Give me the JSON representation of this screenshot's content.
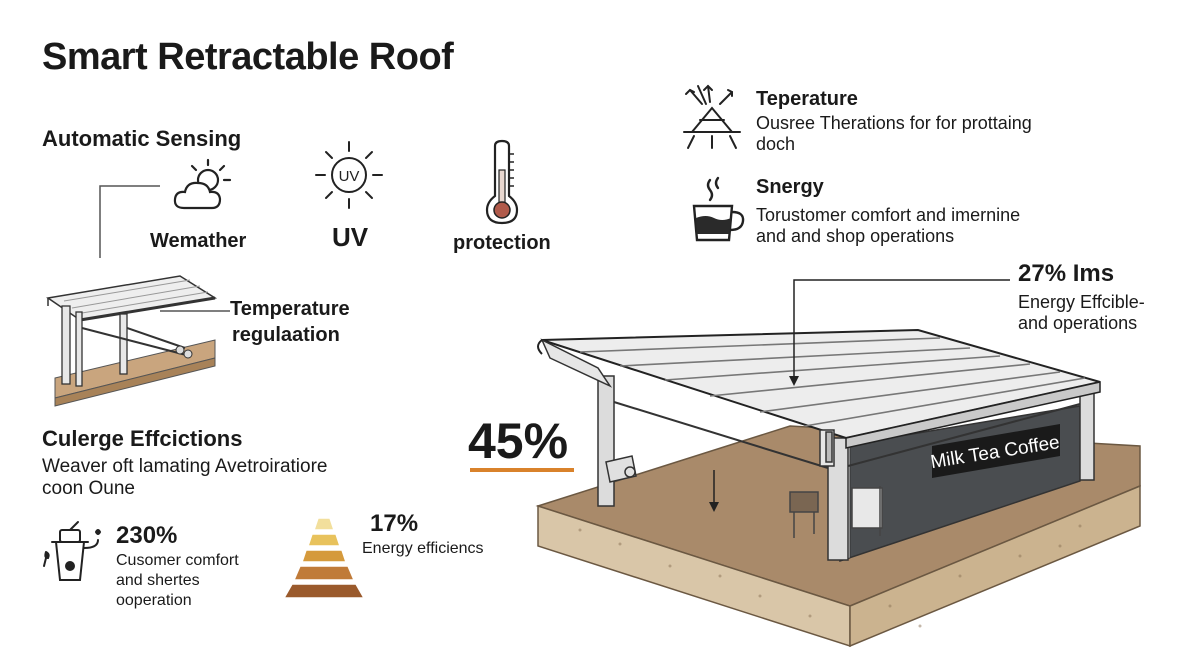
{
  "title": "Smart Retractable Roof",
  "sensing": {
    "heading": "Automatic Sensing",
    "weather_label": "Wemather",
    "uv_icon_text": "UV",
    "uv_label": "UV",
    "protection_label": "protection"
  },
  "regulation": {
    "label_line1": "Temperature",
    "label_line2": "regulaation"
  },
  "efficiency": {
    "heading": "Culerge Effcictions",
    "desc_line1": "Weaver oft lamating Avetroiratiore",
    "desc_line2": "coon Oune"
  },
  "stat_230": {
    "value": "230%",
    "line1": "Cusomer comfort",
    "line2": "and shertes",
    "line3": "ooperation"
  },
  "stat_17": {
    "value": "17%",
    "label": "Energy efficiencs",
    "pyramid_colors": [
      "#f2df9c",
      "#e8c25c",
      "#d59a3c",
      "#c07b39",
      "#9a5a2c"
    ]
  },
  "temp_block": {
    "heading": "Teperature",
    "line1": "Ousree Therations for for prottaing",
    "line2": "doch"
  },
  "energy_block": {
    "heading": "Snergy",
    "line1": "Torustomer comfort and imernine",
    "line2": "and and shop operations"
  },
  "stat_27": {
    "value": "27% Ims",
    "line1": "Energy Effcible-",
    "line2": "and operations"
  },
  "stat_45": {
    "value": "45%",
    "underline_color": "#d9822b"
  },
  "shop_sign": "Milk Tea Coffee"
}
